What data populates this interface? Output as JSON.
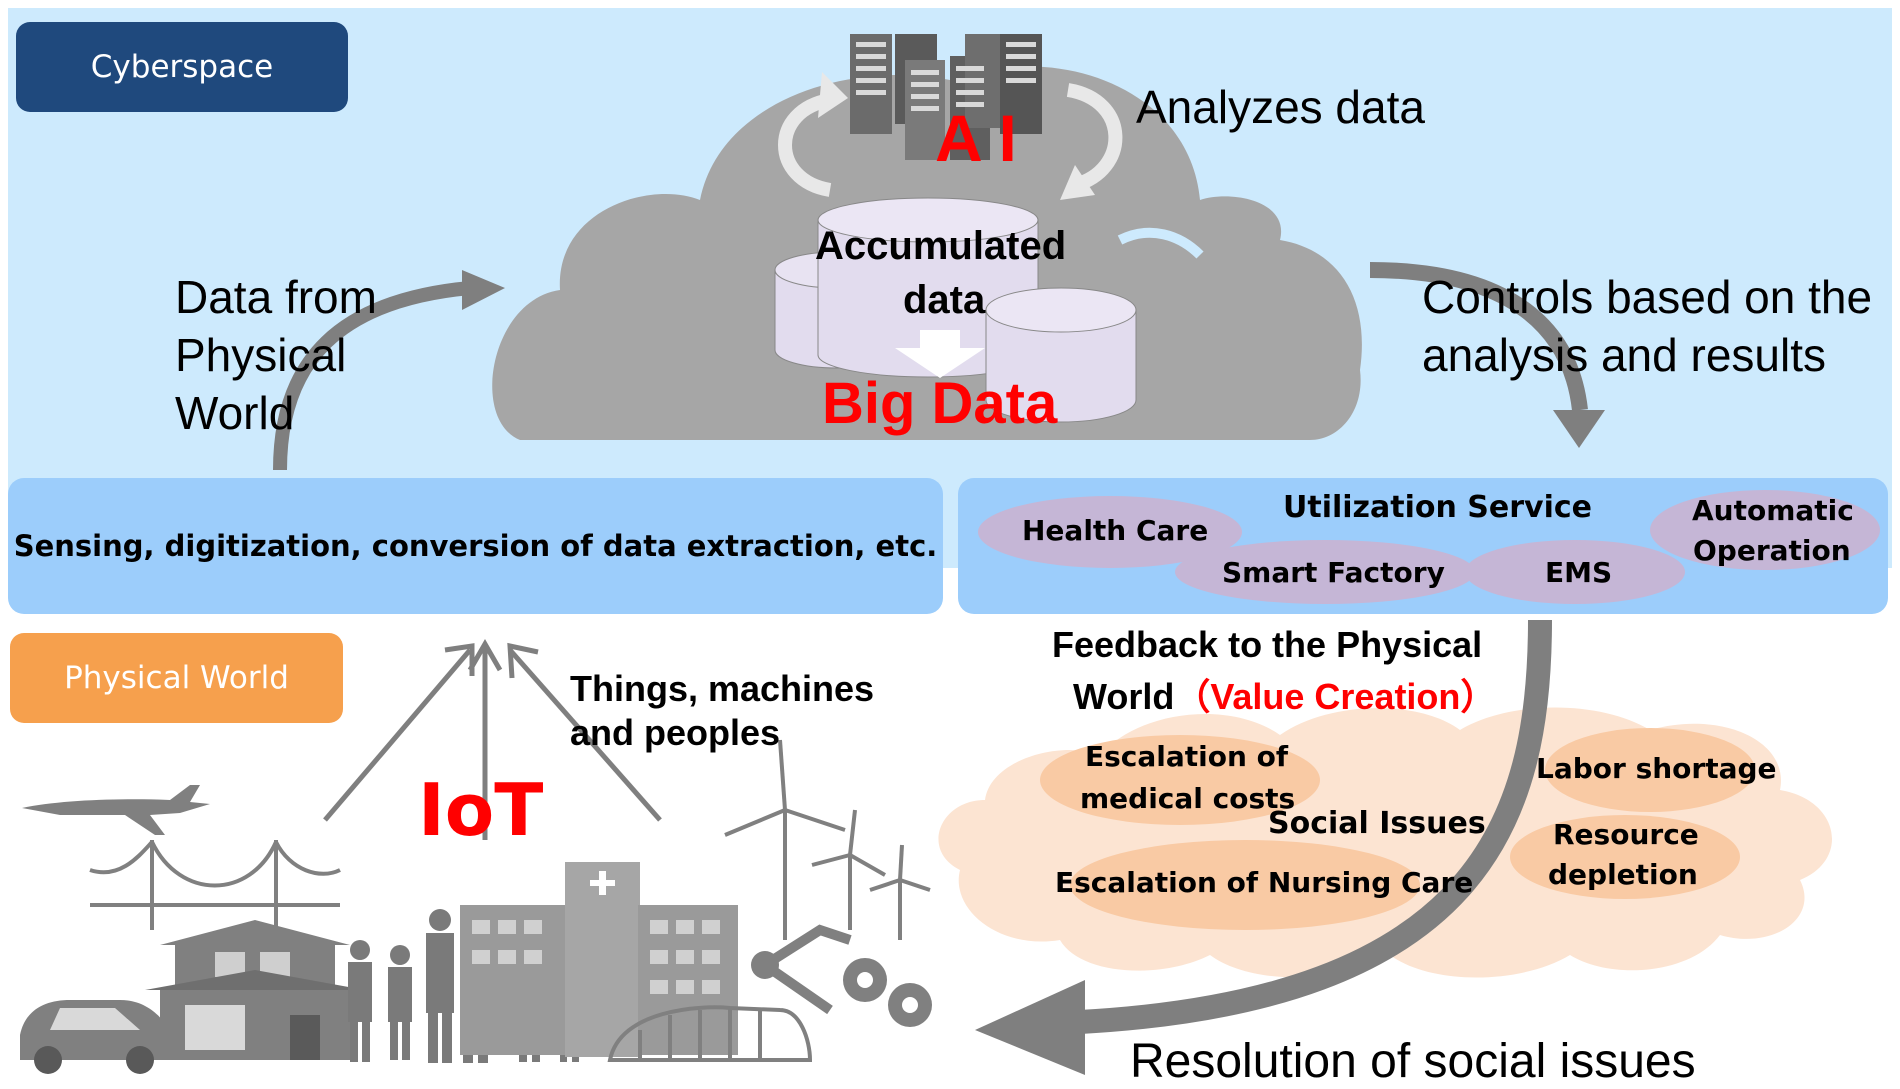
{
  "cyberspace": {
    "label": "Cyberspace",
    "ai_label": "A  I",
    "analyzes_label": "Analyzes data",
    "accumulated_label_line1": "Accumulated",
    "accumulated_label_line2": "data",
    "bigdata_label": "Big Data",
    "data_from_line1": "Data from",
    "data_from_line2": "Physical",
    "data_from_line3": "World",
    "controls_line1": "Controls based on the",
    "controls_line2": "analysis and results"
  },
  "sensing": {
    "text": "Sensing, digitization, conversion of data extraction, etc."
  },
  "utilization": {
    "title": "Utilization Service",
    "items": [
      "Health Care",
      "Smart Factory",
      "EMS",
      "Automatic",
      "Operation"
    ]
  },
  "physical": {
    "label": "Physical World",
    "iot_label": "IoT",
    "things_line1": "Things, machines",
    "things_line2": "and peoples"
  },
  "feedback": {
    "line1": "Feedback to the Physical",
    "line2_prefix": "World",
    "line2_highlight": "（Value Creation）"
  },
  "social": {
    "title": "Social Issues",
    "items": [
      "Escalation of",
      "medical costs",
      "Labor shortage",
      "Resource",
      "depletion",
      "Escalation of Nursing Care"
    ]
  },
  "resolution": {
    "text": "Resolution of social issues"
  },
  "colors": {
    "cyber_bg": "#cdeafd",
    "cyber_badge": "#1f497d",
    "physical_badge": "#f6a04d",
    "band": "#9ccdfb",
    "cloud": "#a6a6a6",
    "ellipse_purple": "#c5b6d6",
    "cloud_orange": "#fce4d2",
    "ellipse_orange": "#f9caa4",
    "accent_red": "#ff0000",
    "arrow_gray": "#7f7f7f"
  }
}
